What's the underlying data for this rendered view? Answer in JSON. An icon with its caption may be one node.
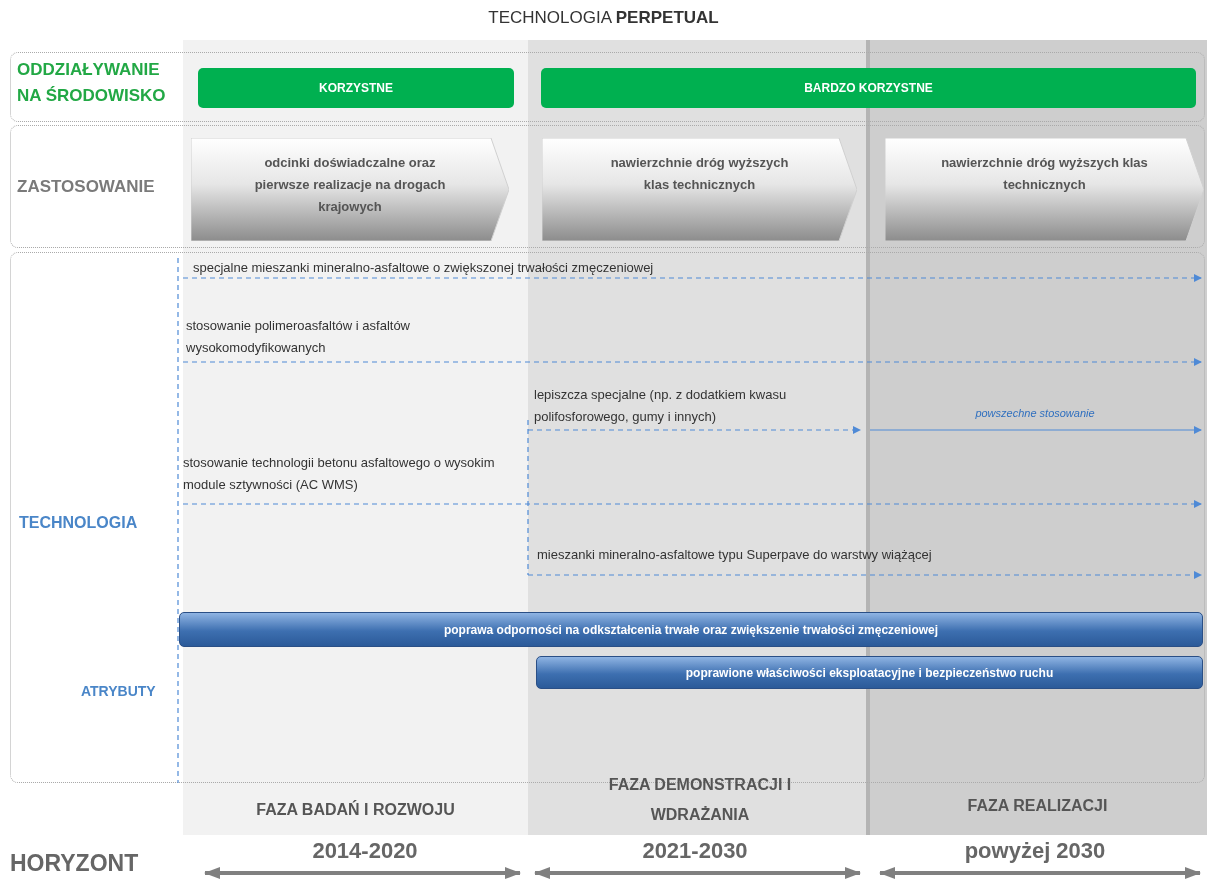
{
  "diagram": {
    "title": "TECHNOLOGIA **PERPETUAL**",
    "nodes": [
      {
        "text": [
          "ODDZIAŁYWANIE NA ŚRODOWISKO"
        ]
      },
      {
        "text": [
          "KORZYSTNE"
        ],
        "in": 0
      },
      {
        "text": [
          "BARDZO KORZYSTNE"
        ],
        "in": 0
      },
      {
        "text": [
          "ZASTOSOWANIE"
        ]
      },
      {
        "text": [
          "odcinki doświadczalne oraz pierwsze realizacje na drogach krajowych"
        ],
        "in": 3
      },
      {
        "text": [
          "nawierzchnie dróg wyższych klas technicznych"
        ],
        "in": 3
      },
      {
        "text": [
          "nawierzchnie dróg wyższych klas technicznych"
        ],
        "in": 3
      },
      {
        "text": [
          "TECHNOLOGIA",
          "ATRYBUTY"
        ]
      },
      {
        "text": [
          "poprawa odporności na odkształcenia trwałe oraz zwiększenie trwałości zmęczeniowej"
        ],
        "in": 7
      },
      {
        "text": [
          "poprawione właściwości eksploatacyjne i bezpieczeństwo ruchu"
        ],
        "in": 7
      }
    ],
    "labels": [
      "specjalne mieszanki mineralno-asfaltowe o zwiększonej trwałości zmęczeniowej",
      "stosowanie polimeroasfaltów i asfaltów wysokomodyfikowanych",
      "lepiszcza specjalne (np. z dodatkiem kwasu polifosforowego, gumy i innych)",
      "powszechne stosowanie",
      "stosowanie technologii betonu asfaltowego o wysokim module sztywności (AC WMS)",
      "mieszanki mineralno-asfaltowe typu Superpave do warstwy wiążącej",
      "FAZA BADAŃ I ROZWOJU",
      "FAZA DEMONSTRACJI I WDRAŻANIA",
      "FAZA REALIZACJI",
      "HORYZONT",
      "2014-2020",
      "2021-2030",
      "powyżej 2030"
    ]
  }
}
